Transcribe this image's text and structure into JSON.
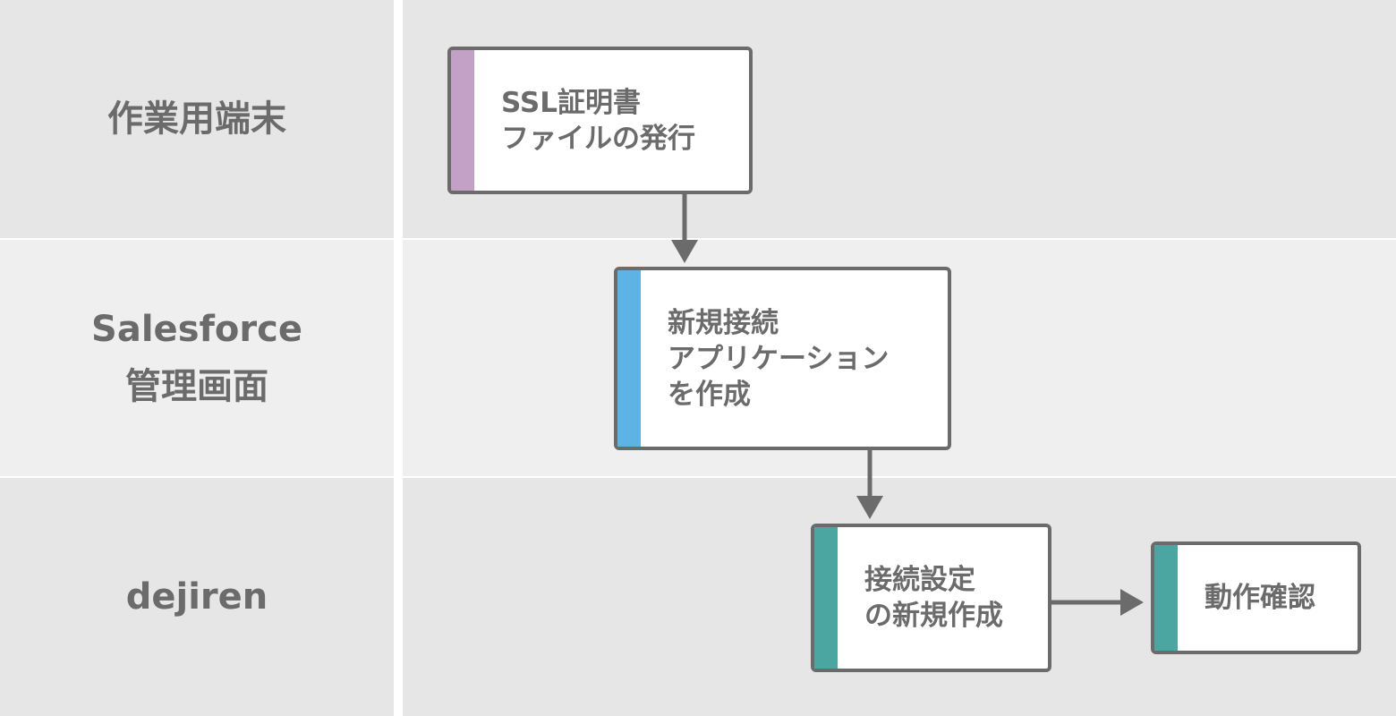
{
  "colors": {
    "lane_dark": "#e6e6e6",
    "lane_light": "#efefef",
    "divider": "#ffffff",
    "text": "#6b6b6b",
    "stroke": "#6b6b6b",
    "accent_purple": "#c3a0c5",
    "accent_blue": "#5db3e4",
    "accent_teal": "#4ba6a1"
  },
  "lanes": [
    {
      "label_lines": [
        "作業用端末"
      ]
    },
    {
      "label_lines": [
        "Salesforce",
        "管理画面"
      ]
    },
    {
      "label_lines": [
        "dejiren"
      ]
    }
  ],
  "nodes": [
    {
      "id": "ssl",
      "text": "SSL証明書\nファイルの発行",
      "accent": "accent_purple"
    },
    {
      "id": "newapp",
      "text": "新規接続\nアプリケーション\nを作成",
      "accent": "accent_blue"
    },
    {
      "id": "settings",
      "text": "接続設定\nの新規作成",
      "accent": "accent_teal"
    },
    {
      "id": "verify",
      "text": "動作確認",
      "accent": "accent_teal"
    }
  ],
  "edges": [
    {
      "from": "ssl",
      "to": "newapp"
    },
    {
      "from": "newapp",
      "to": "settings"
    },
    {
      "from": "settings",
      "to": "verify"
    }
  ]
}
